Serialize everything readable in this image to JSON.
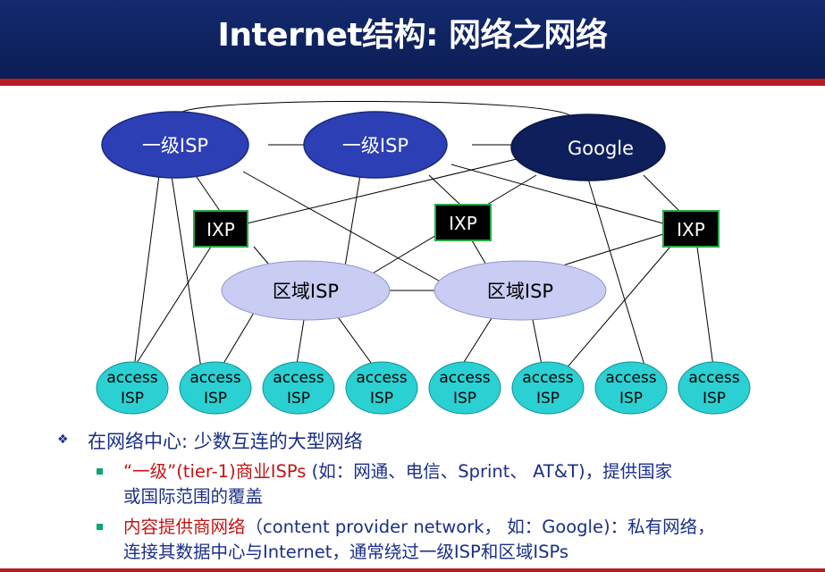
{
  "title": "Internet结构: 网络之网络",
  "nodes": {
    "tier1_left": "一级ISP",
    "tier1_mid": "一级ISP",
    "google": "Google",
    "ixp_left": "IXP",
    "ixp_mid": "IXP",
    "ixp_right": "IXP",
    "regional_left": "区域ISP",
    "regional_right": "区域ISP",
    "access_line1": "access",
    "access_line2": "ISP"
  },
  "colors": {
    "header_bg": "#132a6e",
    "header_accent": "#b81c24",
    "tier1_fill": "#2d3fb5",
    "google_fill": "#0e1f5c",
    "regional_fill": "#c9cdf3",
    "access_fill": "#2ad0d2",
    "ixp_fill": "#000000",
    "ixp_border": "#27a844",
    "text_blue": "#1a2f86",
    "text_red": "#c41414"
  },
  "bullets": {
    "main": "在网络中心: 少数互连的大型网络",
    "sub1": {
      "red": "“一级”(tier-1)商业ISPs",
      "rest_line1": " (如：网通、电信、Sprint、 AT&T)，提供国家",
      "line2": "或国际范围的覆盖"
    },
    "sub2": {
      "red": "内容提供商网络",
      "rest_line1": "（content provider network， 如：Google)：私有网络，",
      "line2": "连接其数据中心与Internet，通常绕过一级ISP和区域ISPs"
    }
  }
}
